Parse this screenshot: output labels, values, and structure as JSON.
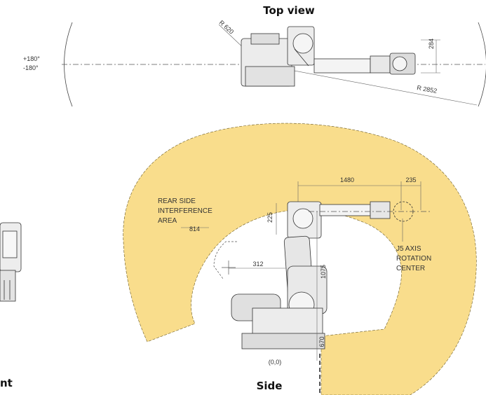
{
  "titles": {
    "top_view": "Top view",
    "side_view": "Side",
    "front_view_partial": "nt"
  },
  "top_view": {
    "angle_pos": "+180°",
    "angle_neg": "-180°",
    "radius_small": "R 620",
    "radius_large": "R 2852",
    "height_dim": "284"
  },
  "side_view": {
    "reach_dim": "1480",
    "wrist_offset_dim": "235",
    "arm_offset_dim": "225",
    "rear_dim": "814",
    "base_offset_dim": "312",
    "arm_length_dim": "1075",
    "base_height_dim": "670",
    "origin": "(0,0)",
    "rear_area_label": [
      "REAR SIDE",
      "INTERFERENCE",
      "AREA"
    ],
    "j5_label": [
      "J5 AXIS",
      "ROTATION",
      "CENTER"
    ]
  },
  "colors": {
    "work_envelope": "#f9dd8c",
    "background": "#ffffff"
  }
}
